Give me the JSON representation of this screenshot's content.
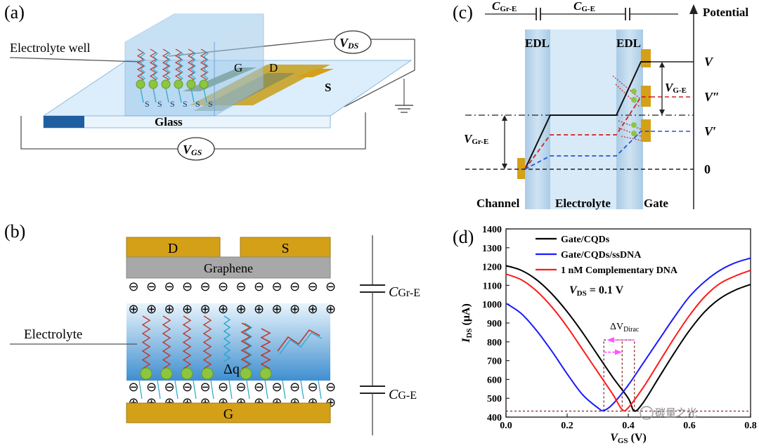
{
  "panels": {
    "a": {
      "label": "(a)",
      "electrolyte_well": "Electrolyte well",
      "vds": "V",
      "vds_sub": "DS",
      "vgs": "V",
      "vgs_sub": "GS",
      "g": "G",
      "d": "D",
      "s": "S",
      "glass": "Glass",
      "sulfur": "S"
    },
    "b": {
      "label": "(b)",
      "d_electrode": "D",
      "s_electrode": "S",
      "graphene": "Graphene",
      "g_electrode": "G",
      "electrolyte": "Electrolyte",
      "delta_q": "Δq",
      "c_gr_e": "C",
      "c_gr_e_sub": "Gr-E",
      "c_g_e": "C",
      "c_g_e_sub": "G-E",
      "minus": "⊖",
      "plus": "⊕",
      "s_mark": "S"
    },
    "c": {
      "label": "(c)",
      "c_gr_e": "C",
      "c_gr_e_sub": "Gr-E",
      "c_g_e": "C",
      "c_g_e_sub": "G-E",
      "potential": "Potential",
      "edl_left": "EDL",
      "edl_right": "EDL",
      "v": "V",
      "v_dprime": "V″",
      "v_prime": "V′",
      "zero": "0",
      "vg_e": "V",
      "vg_e_sub": "G-E",
      "vgr_e": "V",
      "vgr_e_sub": "Gr-E",
      "channel": "Channel",
      "electrolyte": "Electrolyte",
      "gate": "Gate"
    },
    "d": {
      "label": "(d)",
      "vds_annotation": "V",
      "vds_annotation_sub": "DS",
      "vds_annotation_value": " = 0.1 V",
      "delta_v": "ΔV",
      "delta_v_sub": "Dirac",
      "watermark": "碳量之光"
    }
  },
  "chart_data": {
    "type": "line",
    "title": "",
    "xlabel": "V",
    "xlabel_sub": "GS",
    "xlabel_unit": " (V)",
    "ylabel": "I",
    "ylabel_sub": "DS",
    "ylabel_unit": " (μA)",
    "xlim": [
      0.0,
      0.8
    ],
    "ylim": [
      400,
      1400
    ],
    "xticks": [
      0.0,
      0.2,
      0.4,
      0.6,
      0.8
    ],
    "xtick_labels": [
      "0.0",
      "0.2",
      "0.4",
      "0.6",
      "0.8"
    ],
    "yticks": [
      400,
      500,
      600,
      700,
      800,
      900,
      1000,
      1100,
      1200,
      1300,
      1400
    ],
    "ytick_labels": [
      "400",
      "500",
      "600",
      "700",
      "800",
      "900",
      "1000",
      "1100",
      "1200",
      "1300",
      "1400"
    ],
    "legend_position": "top-right",
    "grid": false,
    "series": [
      {
        "name": "Gate/CQDs",
        "color": "#000000",
        "x": [
          0.0,
          0.05,
          0.1,
          0.15,
          0.2,
          0.25,
          0.3,
          0.35,
          0.4,
          0.42,
          0.45,
          0.5,
          0.55,
          0.6,
          0.65,
          0.7,
          0.75,
          0.8
        ],
        "y": [
          1205,
          1180,
          1130,
          1055,
          960,
          850,
          730,
          610,
          500,
          432,
          480,
          610,
          740,
          860,
          960,
          1030,
          1075,
          1105
        ]
      },
      {
        "name": "Gate/CQDs/ssDNA",
        "color": "#1a1aff",
        "x": [
          0.0,
          0.05,
          0.1,
          0.15,
          0.2,
          0.25,
          0.3,
          0.32,
          0.35,
          0.4,
          0.45,
          0.5,
          0.55,
          0.6,
          0.65,
          0.7,
          0.75,
          0.8
        ],
        "y": [
          1005,
          950,
          860,
          750,
          630,
          520,
          450,
          435,
          470,
          570,
          690,
          810,
          930,
          1040,
          1120,
          1180,
          1220,
          1245
        ]
      },
      {
        "name": "1 nM Complementary DNA",
        "color": "#ff1a1a",
        "x": [
          0.0,
          0.05,
          0.1,
          0.15,
          0.2,
          0.25,
          0.3,
          0.35,
          0.38,
          0.4,
          0.45,
          0.5,
          0.55,
          0.6,
          0.65,
          0.7,
          0.75,
          0.8
        ],
        "y": [
          1160,
          1130,
          1070,
          985,
          880,
          760,
          640,
          520,
          440,
          450,
          560,
          690,
          820,
          940,
          1040,
          1110,
          1150,
          1180
        ]
      }
    ],
    "annotations": [
      {
        "text": "V_DS = 0.1 V"
      },
      {
        "text": "ΔV_Dirac"
      }
    ]
  },
  "colors": {
    "gold": "#d4a017",
    "electrolyte_blue": "#8ec3ea",
    "graphene_gray": "#a8a8a8",
    "dna_red": "#c0392b",
    "dna_cyan": "#27a6c9",
    "bead_green": "#8cc63f"
  }
}
